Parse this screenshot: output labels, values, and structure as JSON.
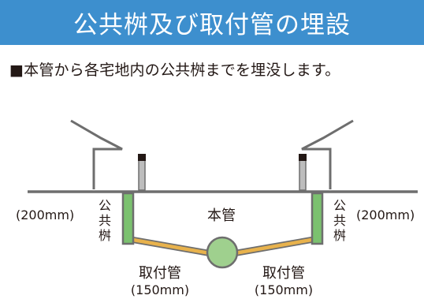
{
  "title": "公共桝及び取付管の埋設",
  "lead": "■本管から各宅地内の公共桝までを埋没します。",
  "diagram": {
    "left_size": "(200mm)",
    "right_size": "(200mm)",
    "left_masu_label": [
      "公",
      "共",
      "桝"
    ],
    "right_masu_label": [
      "公",
      "共",
      "桝"
    ],
    "main_pipe_label": "本管",
    "left_pipe_label": "取付管",
    "left_pipe_size": "(150mm)",
    "right_pipe_label": "取付管",
    "right_pipe_size": "(150mm)"
  },
  "colors": {
    "title_bar": "#3d8fce",
    "masu_green": "#7bc16f",
    "main_pipe_green": "#9fd08e",
    "pipe_orange": "#e8b24c",
    "ground_gray": "#6e6e6e",
    "post_dark": "#4a4a4a"
  }
}
